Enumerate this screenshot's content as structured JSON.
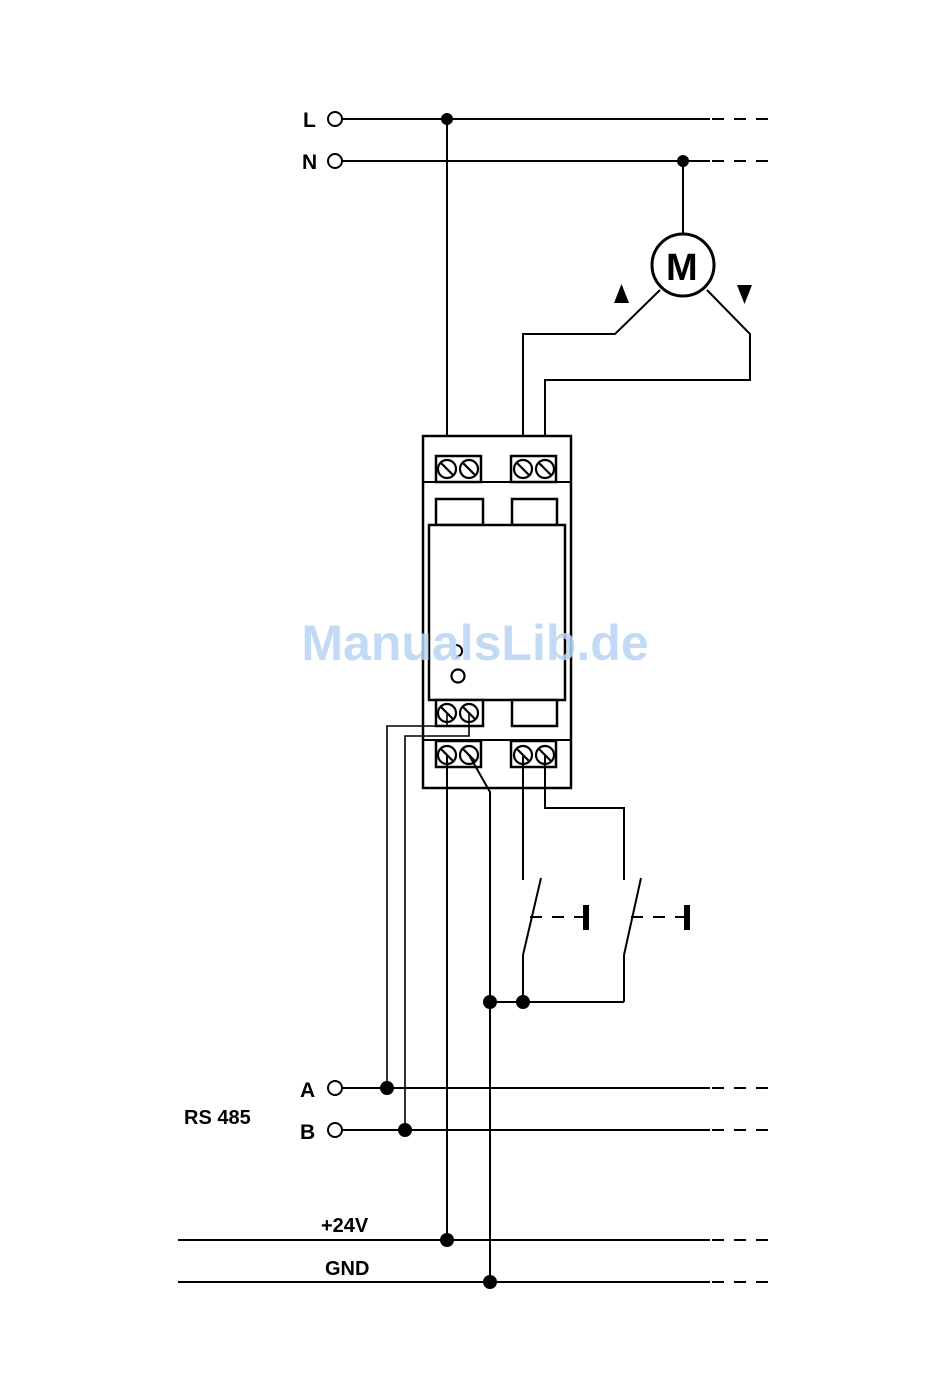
{
  "labels": {
    "L": "L",
    "N": "N",
    "motor": "M",
    "A": "A",
    "B": "B",
    "bus": "RS 485",
    "plus24": "+24V",
    "gnd": "GND"
  },
  "watermark": {
    "text": "ManualsLib.de",
    "color": "#b8d4f5"
  },
  "colors": {
    "line": "#000000",
    "background": "#ffffff"
  }
}
